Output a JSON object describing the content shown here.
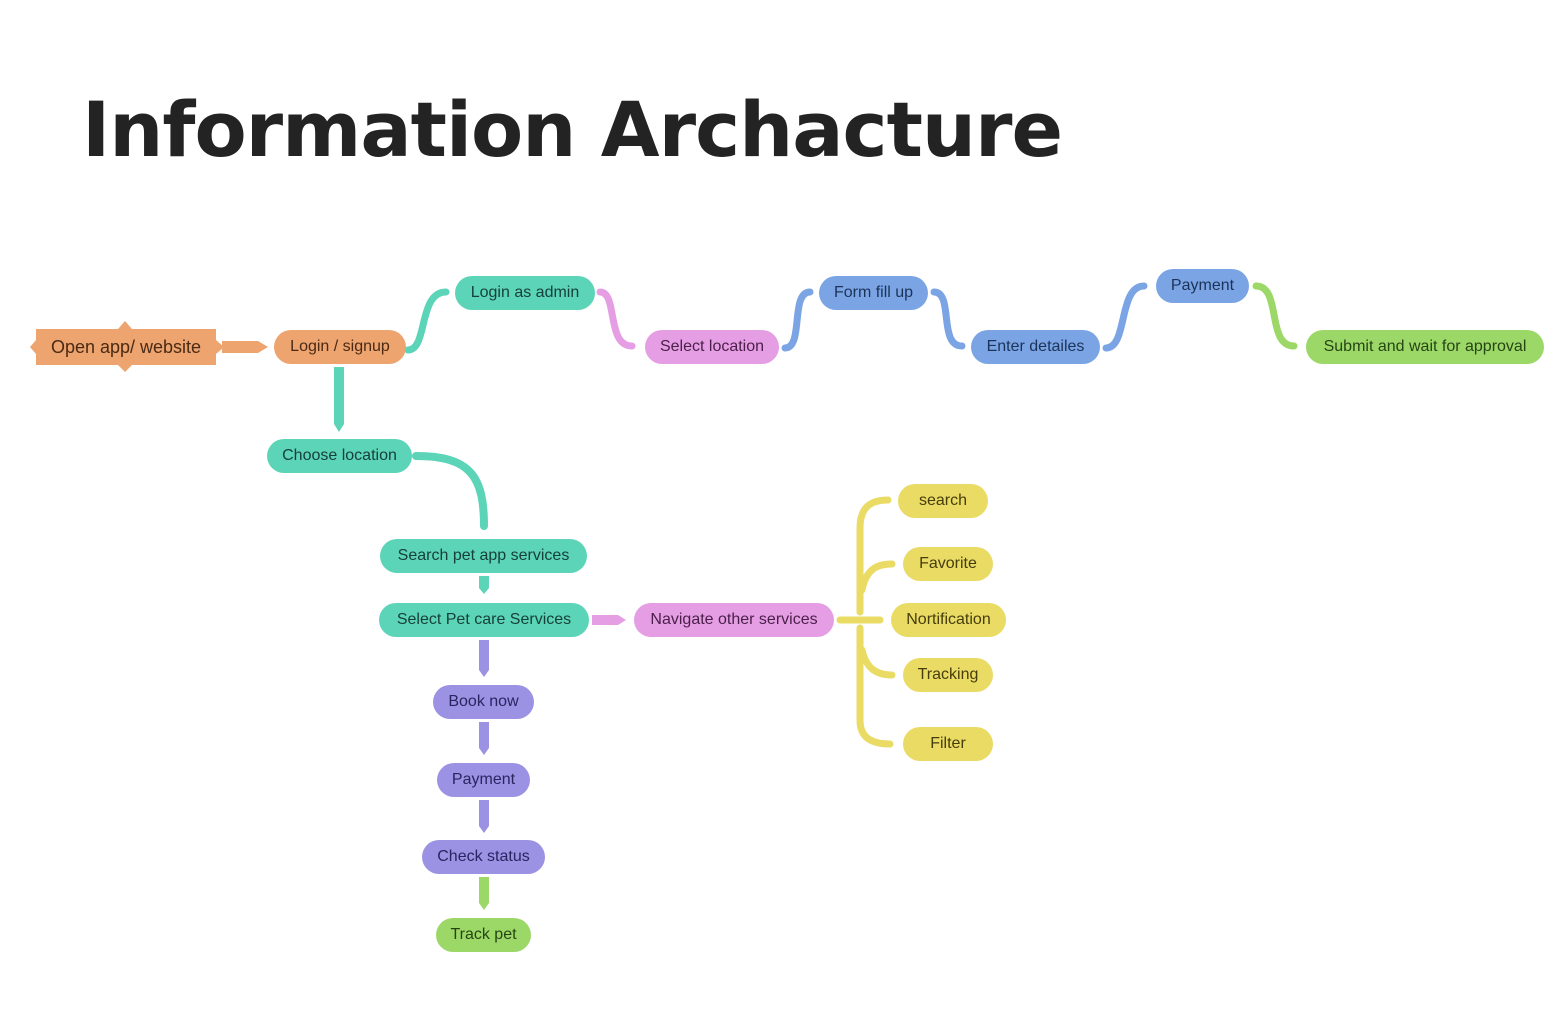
{
  "title": "Information Archacture",
  "colors": {
    "orange": "#EDA46F",
    "teal": "#5CD4B8",
    "pink": "#E59EE3",
    "blue": "#7BA4E4",
    "green": "#9CD868",
    "purple": "#9B92E3",
    "yellow": "#E9DB64"
  },
  "nodes": {
    "open_app": "Open app/ website",
    "login_signup": "Login / signup",
    "login_admin": "Login as admin",
    "select_location": "Select location",
    "form_fill_up": "Form fill up",
    "enter_details": "Enter detailes",
    "admin_payment": "Payment",
    "submit_approval": "Submit and wait for approval",
    "choose_location": "Choose location",
    "search_services": "Search pet app services",
    "select_services": "Select Pet care Services",
    "navigate_services": "Navigate other services",
    "book_now": "Book now",
    "user_payment": "Payment",
    "check_status": "Check status",
    "track_pet": "Track pet",
    "search": "search",
    "favorite": "Favorite",
    "notification": "Nortification",
    "tracking": "Tracking",
    "filter": "Filter"
  }
}
